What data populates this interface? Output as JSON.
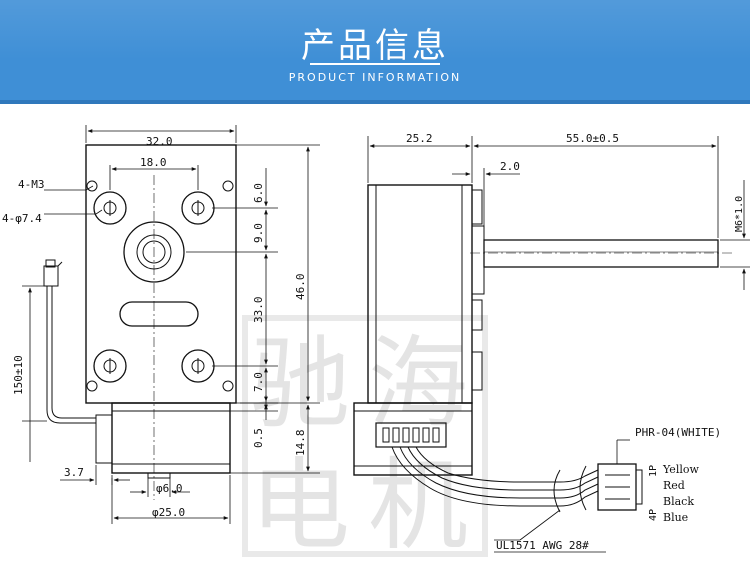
{
  "header": {
    "title_cn": "产品信息",
    "title_en": "PRODUCT INFORMATION",
    "background": "#3f8fd6"
  },
  "front_view": {
    "dim_width": "32.0",
    "dim_hole_spacing": "18.0",
    "label_screws": "4-M3",
    "label_holes": "4-φ7.4",
    "dim_top_offset": "6.0",
    "dim_shaft_dia": "9.0",
    "dim_vertical_spacing": "33.0",
    "dim_height": "46.0",
    "dim_bottom_offset": "7.0",
    "dim_motor_gap": "0.5",
    "dim_motor_height": "14.8",
    "dim_wire_length": "150±10",
    "dim_connector_offset": "3.7",
    "dim_boss_dia": "φ6.0",
    "dim_motor_dia": "φ25.0"
  },
  "side_view": {
    "dim_body_length": "25.2",
    "dim_shaft_length": "55.0±0.5",
    "dim_shaft_step": "2.0",
    "dim_shaft_thread": "M6*1.0",
    "connector_label": "PHR-04(WHITE)",
    "wire_spec": "UL1571 AWG 28#",
    "pin_first": "1P",
    "pin_last": "4P",
    "wires": [
      "Yellow",
      "Red",
      "Black",
      "Blue"
    ]
  },
  "watermark": [
    "驰",
    "海",
    "电",
    "机"
  ]
}
